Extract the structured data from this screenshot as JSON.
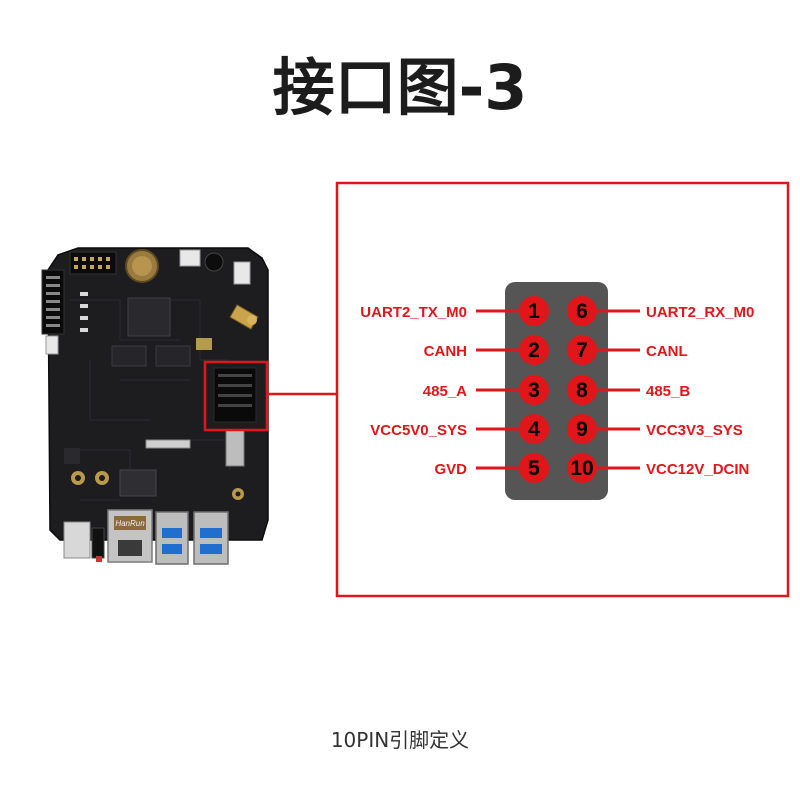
{
  "title": "接口图-3",
  "caption": "10PIN引脚定义",
  "colors": {
    "accent_red": "#e0161b",
    "connector_body": "#555555",
    "board": "#1d1d1f"
  },
  "board_chips": {
    "ethernet_brand": "HanRun"
  },
  "pins": [
    {
      "number": "1",
      "label": "UART2_TX_M0"
    },
    {
      "number": "2",
      "label": "CANH"
    },
    {
      "number": "3",
      "label": "485_A"
    },
    {
      "number": "4",
      "label": "VCC5V0_SYS"
    },
    {
      "number": "5",
      "label": "GVD"
    },
    {
      "number": "6",
      "label": "UART2_RX_M0"
    },
    {
      "number": "7",
      "label": "CANL"
    },
    {
      "number": "8",
      "label": "485_B"
    },
    {
      "number": "9",
      "label": "VCC3V3_SYS"
    },
    {
      "number": "10",
      "label": "VCC12V_DCIN"
    }
  ]
}
